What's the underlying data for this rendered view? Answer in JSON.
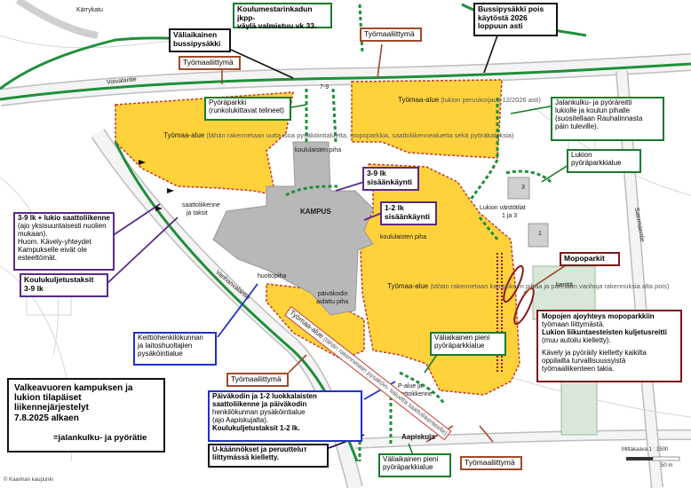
{
  "map": {
    "title_line1": "Valkeavuoren kampuksen ja",
    "title_line2": "lukion tilapäiset liikennejärjestelyt",
    "title_line3": "7.8.2025 alkaen",
    "legend_label": "=jalankulku- ja pyörätie",
    "copyright": "© Kaarinan kaupunki",
    "scale_label": "Mittakaava 1 : 1500",
    "scale_bar": "50 m",
    "colors": {
      "work_area": "#ffd23c",
      "work_border": "#c0392b",
      "building": "#b8b8b8",
      "path_green": "#1f8f3a",
      "road": "#ffffff"
    }
  },
  "streets": {
    "karrykatu": "Kärrykatu",
    "voivalantie": "Voivalantie",
    "vanhanvalantie": "Vanhanvalantie",
    "aapiskuja": "Aapiskuja",
    "satomaentie": "Satomäentie"
  },
  "places": {
    "kampus": "KAMPUS",
    "koululaisten_piha_top": "koululaisten piha",
    "koululaisten_piha_mid": "koululaisten piha",
    "saattoliikenne": "saattoliikenne",
    "saattoliikenne2": "ja taksit",
    "huoltopiha": "huoltopiha",
    "paivakoti_piha1": "päiväkodin",
    "paivakoti_piha2": "aidattu piha",
    "kentta": "kenttä",
    "paalue1": "P-alue ja",
    "paalue2": "saattoliikenne",
    "lukio_vaistotilat1": "Lukion väistötilat",
    "lukio_vaistotilat2": "1 ja 3",
    "num_79": "7-9",
    "num_3": "3",
    "num_1": "1"
  },
  "work_areas": {
    "top_left": {
      "title": "Työmaa-alue",
      "desc1": "(tähän rakennetaan uutta isoa",
      "desc2": "pysäköintialuetta, mopoparkkia,",
      "desc3": "saattoliikennealuetta sekä",
      "desc4": "pyöräkatoksia)"
    },
    "top_right": {
      "title": "Työmaa-alue",
      "desc1": "(lukion peruskorjaus",
      "desc2": "12/2026 asti)"
    },
    "right": {
      "title": "Työmaa-alue",
      "desc1": "(tähän rakennetaan kampuksen",
      "desc2": "pihaa ja puretaan vanhoja",
      "desc3": "rakennuksia alta pois)"
    },
    "diagonal": {
      "title": "Työmaa-alue",
      "desc1": "(tähän rakennetaan pysäköin-",
      "desc2": "tialuetta saattoliikenteelle)"
    }
  },
  "callouts": {
    "koulumestari": {
      "l1": "Koulumestarinkadun jkpp-",
      "l2": "väylä valmistuu vk 33."
    },
    "bussipysakki_pois": {
      "l1": "Bussipysäkki pois",
      "l2": "käytöstä 2026",
      "l3": "loppuun asti"
    },
    "valiaikainen_bussi": {
      "l1": "Väliaikainen",
      "l2": "bussipysäkki"
    },
    "tyomaaliittyma_top": "Työmaaliittymä",
    "tyomaaliittyma_left": "Työmaaliittymä",
    "tyomaaliittyma_mid": "Työmaaliittymä",
    "tyomaaliittyma_bottom": "Työmaaliittymä",
    "pyoraparkki": {
      "l1": "Pyöräparkki",
      "l2": "(runkolukittavat telineet)"
    },
    "jalankulku_lukio": {
      "l1": "Jalankulku- ja pyöräreitti",
      "l2": "lukiolle ja koulun pihalle",
      "l3": "(suositellaan Rauhalinnasta",
      "l4": "päin tuleville)."
    },
    "lukion_pyoraparkki": {
      "l1": "Lukion",
      "l2": "pyöräparkkialue"
    },
    "sisaankaynti_39": {
      "l1": "3-9 lk",
      "l2": "sisäänkäynti"
    },
    "sisaankaynti_12": {
      "l1": "1-2 lk",
      "l2": "sisäänkäynti"
    },
    "saatto_39": {
      "l1": "3-9 lk + lukio saattoliikenne",
      "l2": "(ajo yksisuuntaisesti nuolien",
      "l3": "mukaan).",
      "l4": "Huom. Kävely-yhteydet",
      "l5": "Kampukselle eivät ole",
      "l6": "esteettömät."
    },
    "koulukuljetus_39": {
      "l1": "Koulukuljetustaksit",
      "l2": "3-9 lk"
    },
    "mopoparkit": "Mopoparkit",
    "mopojen_ajo": {
      "l1": "Mopojen ajoyhteys mopoparkkiin",
      "l2": "työmaan liittymästä.",
      "l3": "Lukion liikuntaesteisten kuljetusreitti",
      "l4": "(muu autoilu kielletty).",
      "l5": "Kävely ja pyöräily kielletty kaikilta",
      "l6": "oppilailta turvallisuussyistä",
      "l7": "työmaaliikenteen takia."
    },
    "keittio": {
      "l1": "Keittiöhenkilökunnan",
      "l2": "ja laitoshuoltajien",
      "l3": "pysäköintialue"
    },
    "valiaikainen_pieni": {
      "l1": "Väliaikainen pieni",
      "l2": "pyöräparkkialue"
    },
    "paivakoti_saatto": {
      "l1": "Päiväkodin ja 1-2 luokkalaisten",
      "l2": "saattoliikenne ja päiväkodin",
      "l3": "henkilökunnan pysäköintialue",
      "l4": "(ajo Aapiskujalta).",
      "l5": "Koulukuljetustaksit 1-2 lk."
    },
    "ukaannos": {
      "l1": "U-käännökset ja peruutteluт",
      "l2": "liittymässä kielletty."
    },
    "valiaikainen_pieni2": {
      "l1": "Väliaikainen pieni",
      "l2": "pyöräparkkialue"
    }
  }
}
